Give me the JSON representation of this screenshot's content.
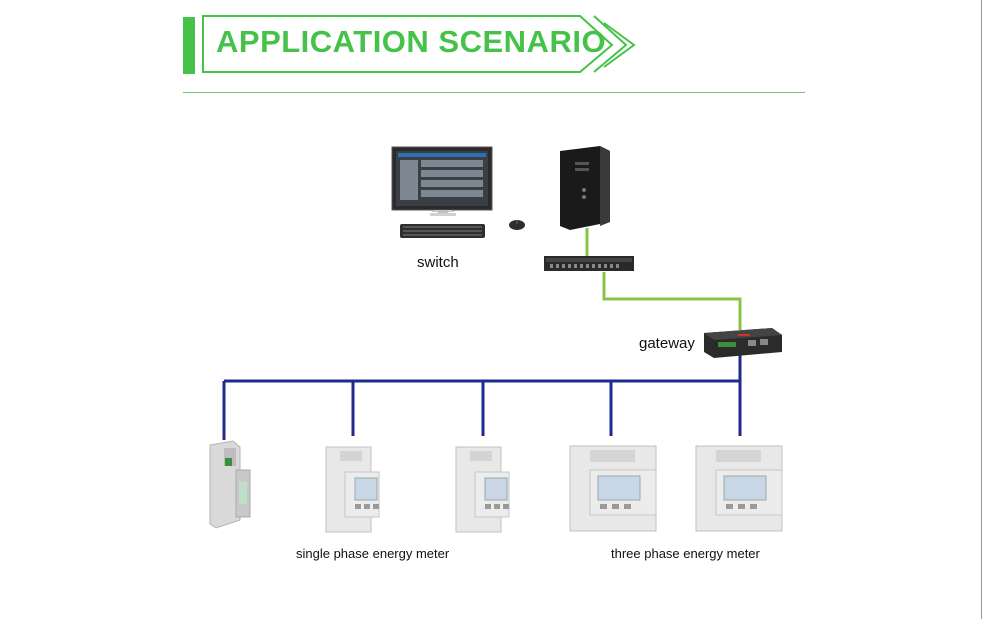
{
  "header": {
    "title": "APPLICATION SCENARIO"
  },
  "labels": {
    "switch": "switch",
    "gateway": "gateway",
    "single_phase": "single phase energy meter",
    "three_phase": "three phase energy meter"
  },
  "colors": {
    "accent_green": "#46c24b",
    "ethernet_line": "#8bc34a",
    "bus_line": "#1f2a8c"
  }
}
